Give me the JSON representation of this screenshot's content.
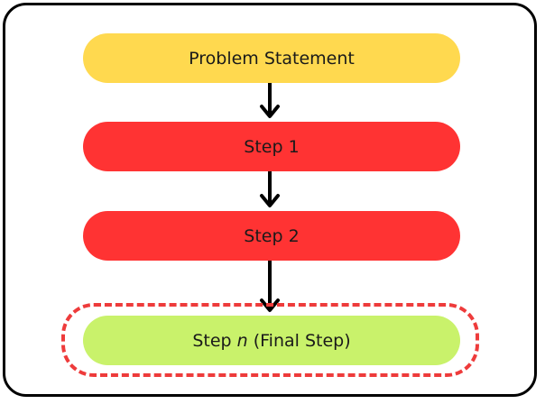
{
  "flow": {
    "problem_statement": "Problem Statement",
    "step1": "Step 1",
    "step2": "Step 2",
    "final_prefix": "Step ",
    "final_var": "n",
    "final_suffix": " (Final Step)"
  },
  "colors": {
    "problem_fill": "#ffd94f",
    "step_fill": "#ff3333",
    "final_fill": "#c9f26b",
    "highlight_border": "#ee3b3b",
    "frame_border": "#000000"
  }
}
